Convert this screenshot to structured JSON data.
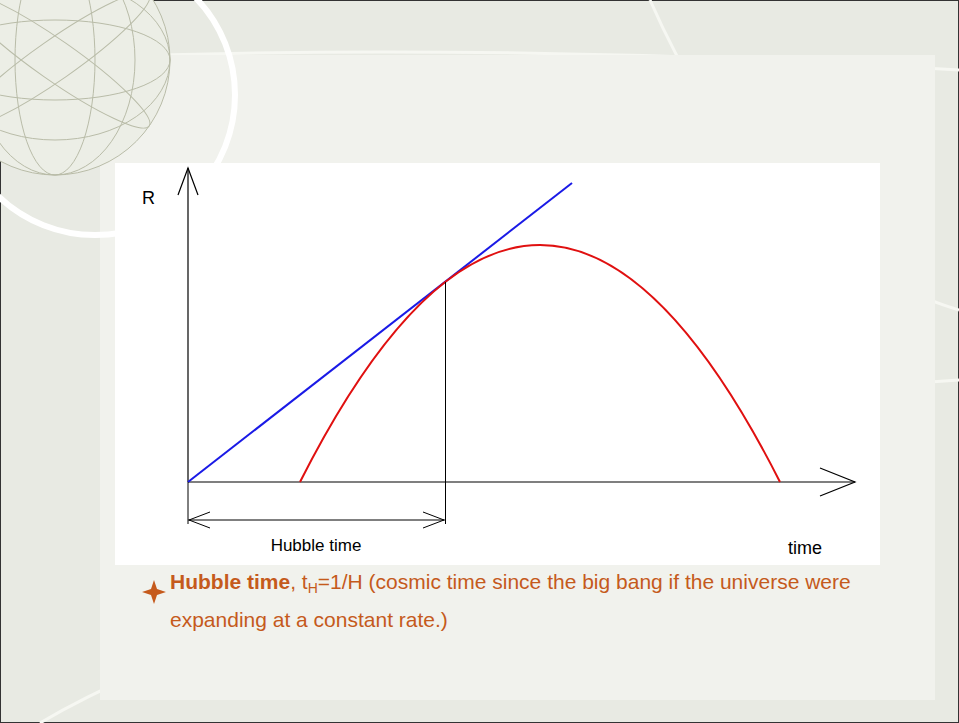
{
  "diagram": {
    "labels": [
      "R",
      "Hubble time",
      "time",
      "Hubble time",
      ", t",
      "H",
      "=1/H (cosmic time since the big bang if the universe were expanding at a constant rate.)"
    ]
  }
}
